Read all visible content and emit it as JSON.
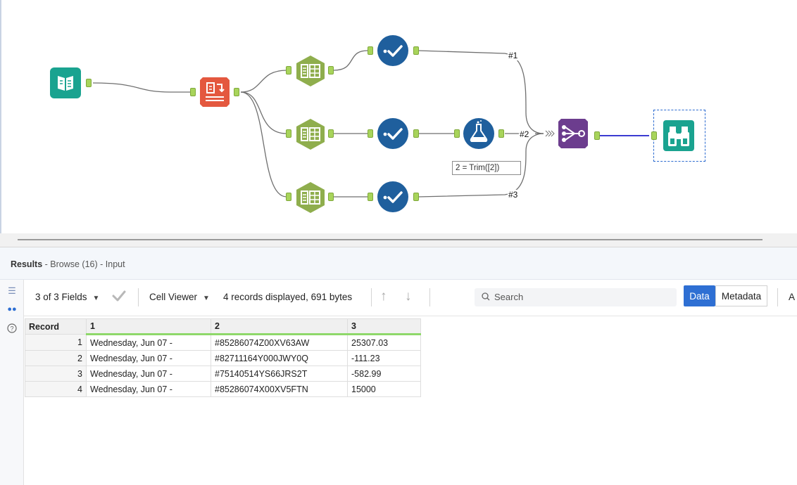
{
  "canvas": {
    "connection_labels": [
      "#1",
      "#2",
      "#3"
    ],
    "annotation": "2 = Trim([2])",
    "tools": [
      {
        "name": "input-data-icon",
        "color": "#1aa390"
      },
      {
        "name": "text-to-columns-icon",
        "color": "#e4583f"
      },
      {
        "name": "select-icon",
        "color": "#8fae4d"
      },
      {
        "name": "filter-icon",
        "color": "#1f5f9d"
      },
      {
        "name": "formula-icon",
        "color": "#1f5f9d"
      },
      {
        "name": "union-icon",
        "color": "#6c3d8e"
      },
      {
        "name": "browse-icon",
        "color": "#1aa390"
      }
    ]
  },
  "results": {
    "title": "Results",
    "subtitle": "- Browse (16) - Input"
  },
  "toolbar": {
    "fields": "3 of 3 Fields",
    "cell_viewer": "Cell Viewer",
    "records_info": "4 records displayed, 691 bytes",
    "search_placeholder": "Search",
    "data_button": "Data",
    "metadata_button": "Metadata",
    "cut_off": "A"
  },
  "grid": {
    "columns": [
      "Record",
      "1",
      "2",
      "3"
    ],
    "rows": [
      [
        "1",
        "Wednesday, Jun 07 -",
        "#85286074Z00XV63AW",
        "25307.03"
      ],
      [
        "2",
        "Wednesday, Jun 07 -",
        "#82711164Y000JWY0Q",
        "-111.23"
      ],
      [
        "3",
        "Wednesday, Jun 07 -",
        "#75140514YS66JRS2T",
        "-582.99"
      ],
      [
        "4",
        "Wednesday, Jun 07 -",
        "#85286074X00XV5FTN",
        "15000"
      ]
    ]
  }
}
